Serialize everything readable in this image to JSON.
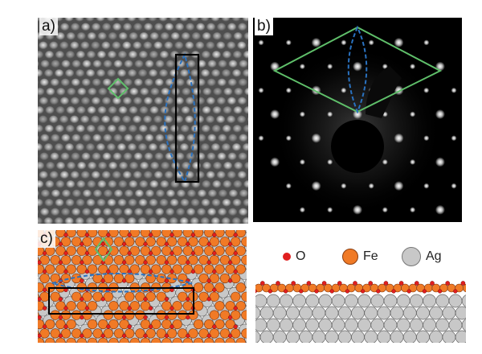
{
  "panels": {
    "a": {
      "label": "a)"
    },
    "b": {
      "label": "b)"
    },
    "c": {
      "label": "c)"
    }
  },
  "legend": {
    "items": [
      {
        "symbol": "O",
        "color": "#e01f1f"
      },
      {
        "symbol": "Fe",
        "color": "#f07a26"
      },
      {
        "symbol": "Ag",
        "color": "#c8c8c8"
      }
    ]
  },
  "colors": {
    "oxygen": "#e01f1f",
    "iron": "#f07a26",
    "silver": "#c8c8c8",
    "unit_cell_green": "#5fbf6a",
    "supercell_blue": "#2a72c0",
    "box_black": "#000000"
  }
}
